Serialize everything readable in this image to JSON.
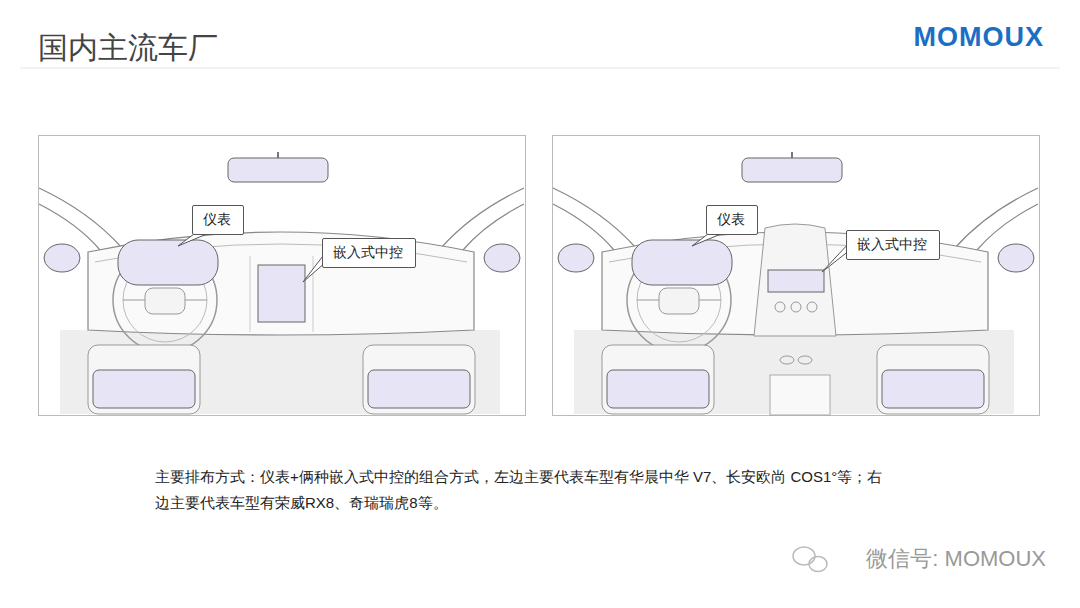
{
  "diagram": {
    "title": "国内主流车厂",
    "caption": "主要排布方式：仪表+俩种嵌入式中控的组合方式，左边主要代表车型有华晨中华 V7、长安欧尚 COS1°等；右边主要代表车型有荣威RX8、奇瑞瑞虎8等。",
    "nodes": [
      {
        "text": [
          "仪表"
        ]
      },
      {
        "text": [
          "嵌入式中控"
        ]
      },
      {
        "text": [
          "仪表"
        ]
      },
      {
        "text": [
          "嵌入式中控"
        ]
      }
    ],
    "labels": [
      "MOMOUX",
      "微信号: MOMOUX"
    ]
  }
}
